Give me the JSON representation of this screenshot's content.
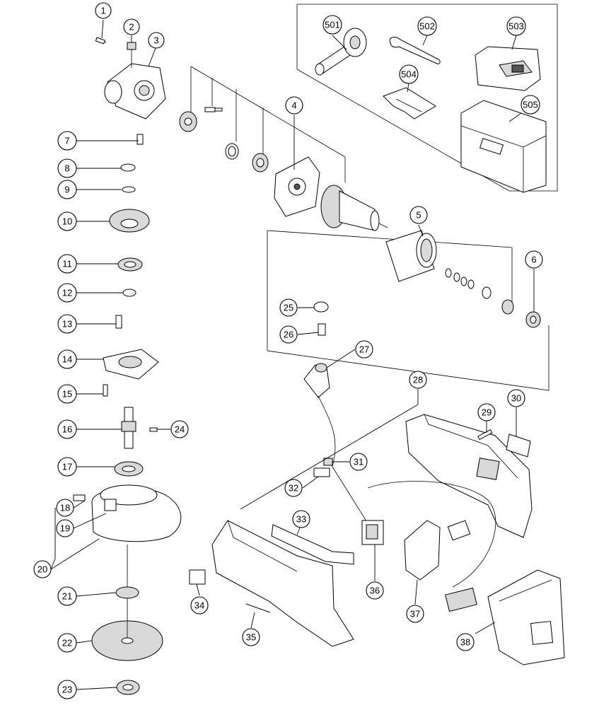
{
  "diagram": {
    "callouts": [
      "1",
      "2",
      "3",
      "4",
      "5",
      "6",
      "7",
      "8",
      "9",
      "10",
      "11",
      "12",
      "13",
      "14",
      "15",
      "16",
      "17",
      "18",
      "19",
      "20",
      "21",
      "22",
      "23",
      "24",
      "25",
      "26",
      "27",
      "28",
      "29",
      "30",
      "31",
      "32",
      "33",
      "34",
      "35",
      "36",
      "37",
      "38",
      "501",
      "502",
      "503",
      "504",
      "505"
    ]
  }
}
